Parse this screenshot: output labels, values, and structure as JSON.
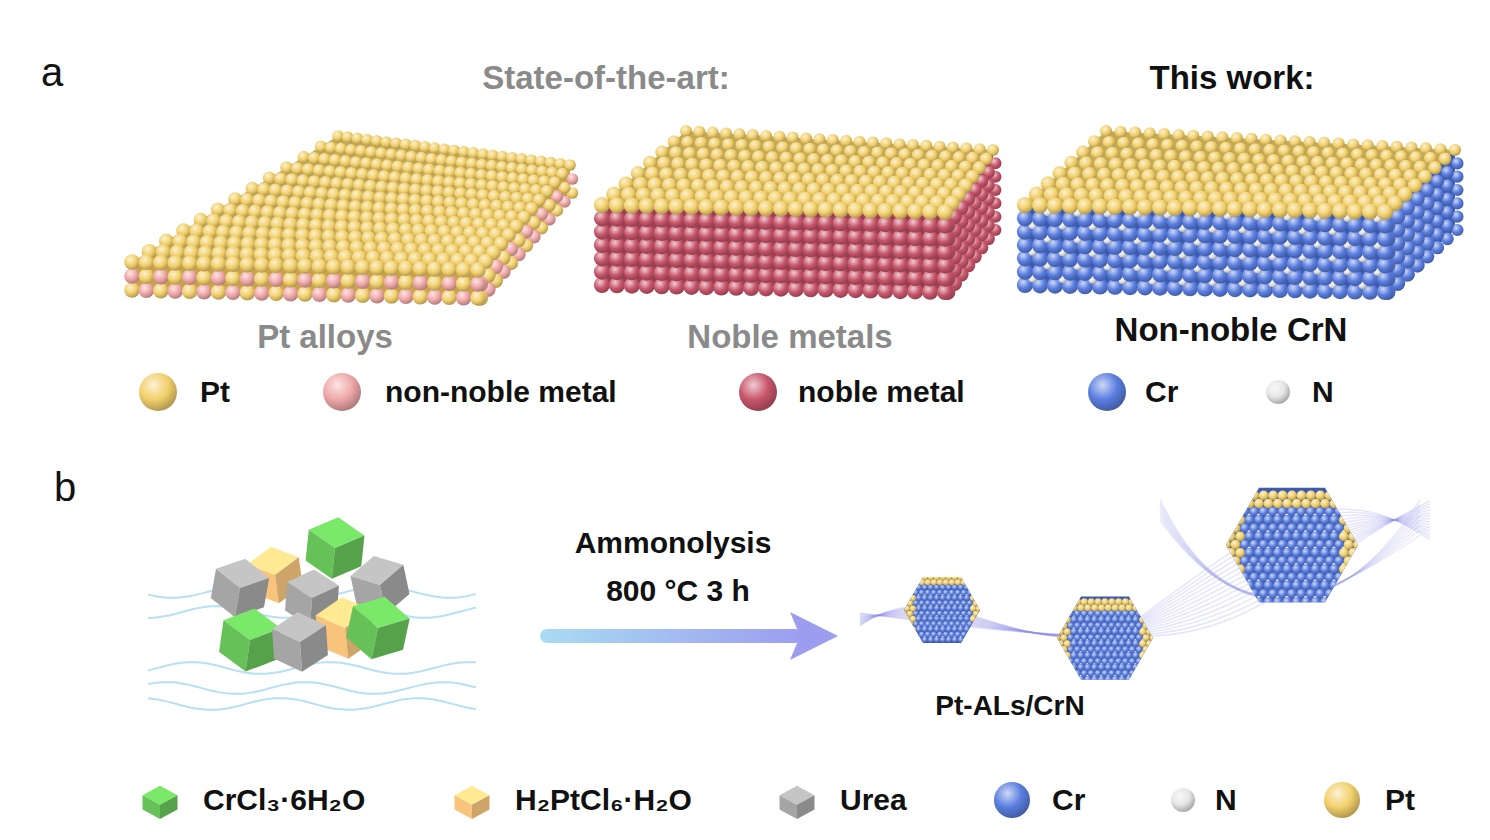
{
  "diagram": {
    "labels": [
      "a",
      "State-of-the-art:",
      "This work:",
      "Pt alloys",
      "Noble metals",
      "Non-noble CrN",
      "b",
      "Ammonolysis",
      "800 °C 3 h",
      "Pt-ALs/CrN"
    ],
    "legend": [
      {
        "text": "Pt",
        "color": "#f2d06b"
      },
      {
        "text": "non-noble metal",
        "color": "#f0a8a8"
      },
      {
        "text": "noble metal",
        "color": "#c8566b"
      },
      {
        "text": "Cr",
        "color": "#5a7ee0"
      },
      {
        "text": "N",
        "color": "#e6e6e6"
      },
      {
        "text": "CrCl₃·6H₂O",
        "color": "#66c258"
      },
      {
        "text": "H₂PtCl₆·H₂O",
        "color": "#f8c47c"
      },
      {
        "text": "Urea",
        "color": "#a5a5a5"
      },
      {
        "text": "Cr",
        "color": "#5a7ee0"
      },
      {
        "text": "N",
        "color": "#e6e6e6"
      },
      {
        "text": "Pt",
        "color": "#f2d06b"
      }
    ]
  }
}
